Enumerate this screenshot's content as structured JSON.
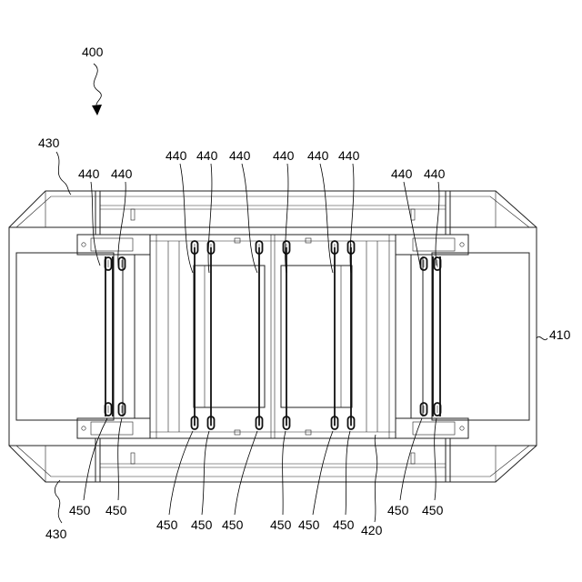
{
  "figure": {
    "assembly_label": "400",
    "labels": {
      "l410": "410",
      "l420": "420",
      "l430": "430",
      "l440": "440",
      "l450": "450"
    }
  }
}
